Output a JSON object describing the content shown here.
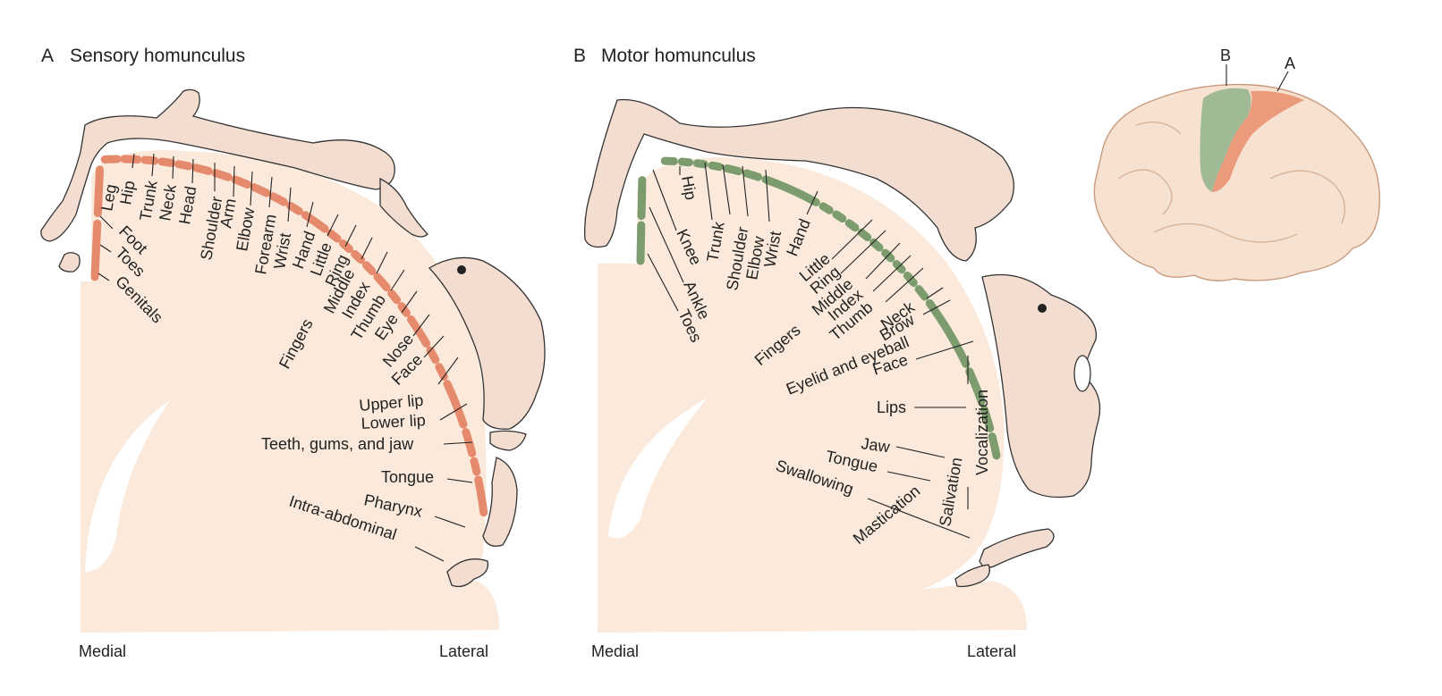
{
  "colors": {
    "sensory_strip": "#e58a6c",
    "motor_strip": "#7d9c6e",
    "tissue": "#fbeadb",
    "brain": "#f7e1d0",
    "brain_motor": "#9fba94",
    "brain_sensory": "#ec9a7c"
  },
  "panel_a": {
    "letter": "A",
    "title": "Sensory homunculus",
    "medial": "Medial",
    "lateral": "Lateral",
    "labels": [
      "Leg",
      "Hip",
      "Trunk",
      "Neck",
      "Head",
      "Shoulder",
      "Arm",
      "Elbow",
      "Forearm",
      "Wrist",
      "Hand",
      "Little",
      "Ring",
      "Middle",
      "Index",
      "Thumb",
      "Eye",
      "Nose",
      "Face",
      "Fingers",
      "Foot",
      "Toes",
      "Genitals",
      "Upper lip",
      "Lower lip",
      "Teeth, gums, and jaw",
      "Tongue",
      "Pharynx",
      "Intra-abdominal"
    ]
  },
  "panel_b": {
    "letter": "B",
    "title": "Motor homunculus",
    "medial": "Medial",
    "lateral": "Lateral",
    "labels": [
      "Hip",
      "Knee",
      "Ankle",
      "Toes",
      "Trunk",
      "Shoulder",
      "Elbow",
      "Wrist",
      "Hand",
      "Little",
      "Ring",
      "Middle",
      "Index",
      "Thumb",
      "Neck",
      "Brow",
      "Fingers",
      "Eyelid and eyeball",
      "Face",
      "Lips",
      "Jaw",
      "Tongue",
      "Swallowing",
      "Vocalization",
      "Salivation",
      "Mastication"
    ]
  },
  "brain_inset": {
    "label_b": "B",
    "label_a": "A"
  }
}
